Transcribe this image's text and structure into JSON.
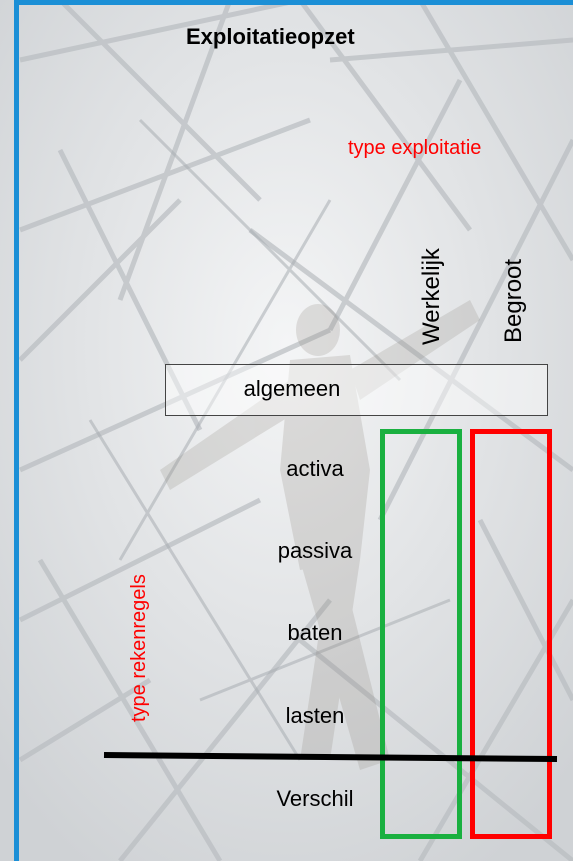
{
  "title": "Exploitatieopzet",
  "column_axis_label": "type exploitatie",
  "row_axis_label": "type rekenregels",
  "columns": [
    "Werkelijk",
    "Begroot"
  ],
  "header_row": "algemeen",
  "rows": [
    "activa",
    "passiva",
    "baten",
    "lasten",
    "Verschil"
  ],
  "colors": {
    "frame": "#1b8fd6",
    "axis_label": "#ff0000",
    "column_werkelijk": "#1ab040",
    "column_begroot": "#ff0000",
    "divider": "#000000"
  }
}
